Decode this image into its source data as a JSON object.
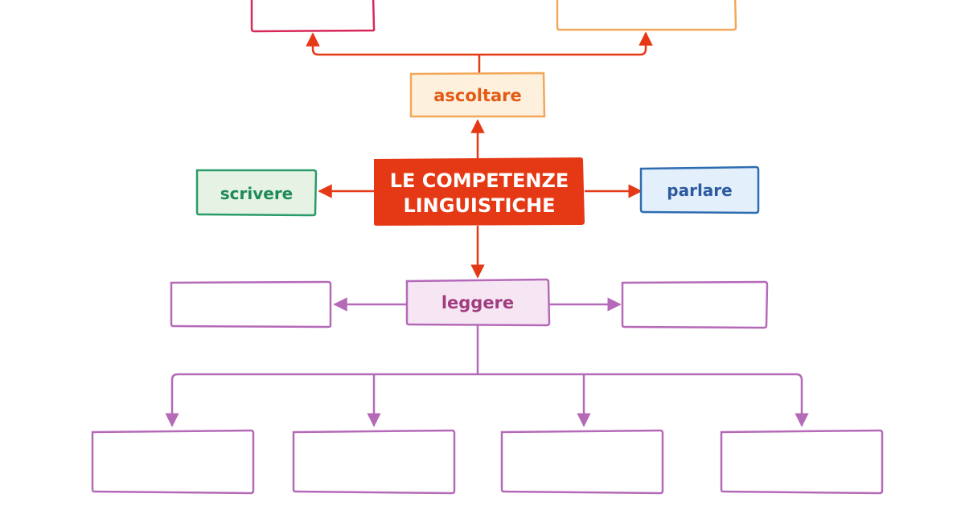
{
  "diagram": {
    "center": {
      "line1": "LE COMPETENZE",
      "line2": "LINGUISTICHE",
      "fill": "#e53916",
      "text_color": "#ffffff"
    },
    "nodes": {
      "ascoltare": {
        "label": "ascoltare",
        "stroke": "#f2a85a",
        "fill": "#fdf0dd",
        "text_color": "#e35a14"
      },
      "scrivere": {
        "label": "scrivere",
        "stroke": "#2a9b6b",
        "fill": "#e6f2e4",
        "text_color": "#1e8a58"
      },
      "parlare": {
        "label": "parlare",
        "stroke": "#2e6cb0",
        "fill": "#e3f0fb",
        "text_color": "#2b5aa0"
      },
      "leggere": {
        "label": "leggere",
        "stroke": "#b56ab8",
        "fill": "#f6e6f4",
        "text_color": "#a13c7e"
      }
    },
    "blank_boxes": {
      "top_left_stroke": "#d8285a",
      "top_right_stroke": "#f2a85a",
      "leggere_branch_stroke": "#b56ab8"
    },
    "arrow_colors": {
      "center": "#e53916",
      "leggere": "#b56ab8"
    }
  }
}
